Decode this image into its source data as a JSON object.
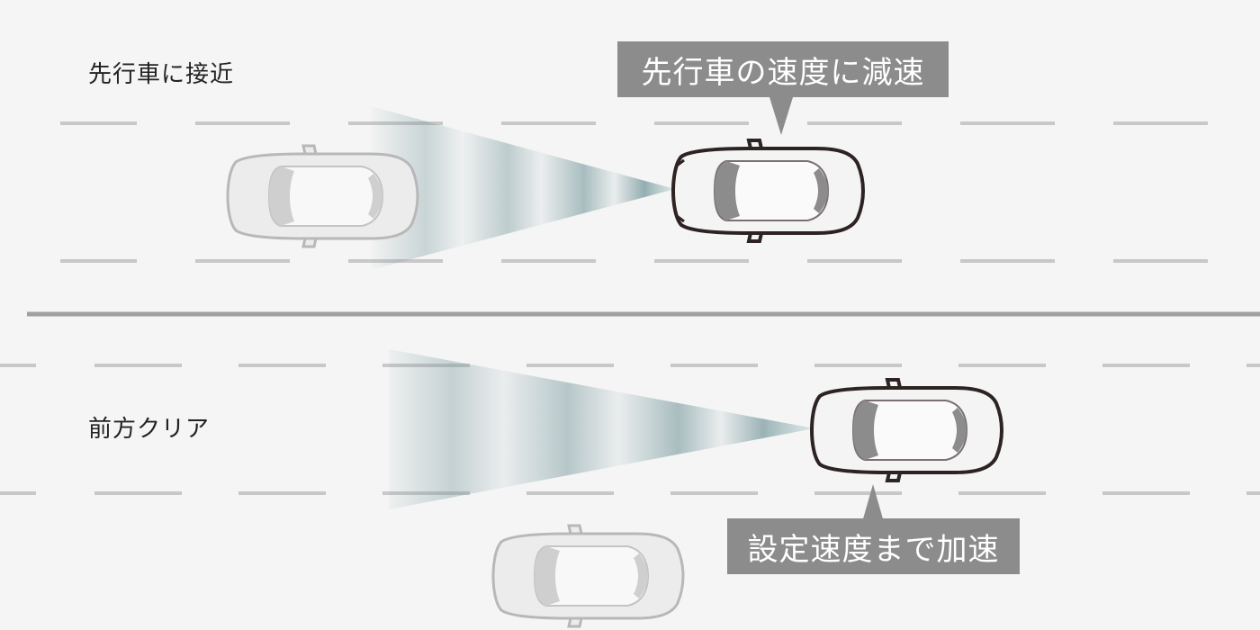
{
  "scenarios": {
    "top": {
      "label": "先行車に接近",
      "callout": "先行車の速度に減速"
    },
    "bottom": {
      "label": "前方クリア",
      "callout": "設定速度まで加速"
    }
  },
  "colors": {
    "background": "#f5f5f5",
    "lane_marking": "#c8c8c8",
    "divider": "#a0a0a0",
    "callout_bg": "#8c8c8c",
    "radar_beam": "#6a8f94"
  },
  "icons": {
    "own_car": "car-top-view-faded-icon",
    "lead_car": "car-top-view-icon",
    "radar": "radar-beam-icon"
  }
}
